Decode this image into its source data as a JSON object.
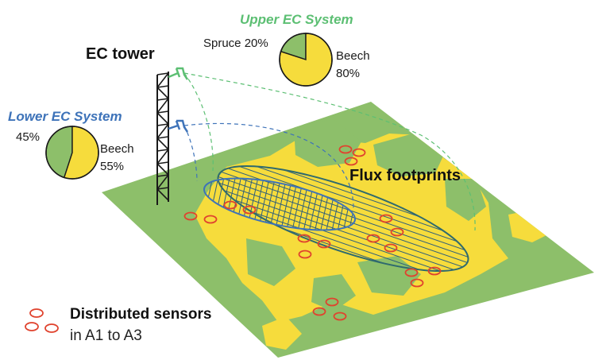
{
  "colors": {
    "green": "#8dbf6a",
    "yellow": "#f6dc3c",
    "upper_system": "#5cbf73",
    "lower_system": "#3e73b9",
    "sensor": "#e0432e",
    "tower": "#1a1a1a"
  },
  "labels": {
    "ec_tower": "EC tower",
    "upper_system": "Upper EC System",
    "lower_system": "Lower EC System",
    "flux_footprints": "Flux footprints",
    "distributed_sensors": "Distributed sensors",
    "sensors_areas": "in A1 to A3"
  },
  "pies": {
    "upper": {
      "slices": [
        {
          "label": "Spruce 20%",
          "value": 20,
          "color": "#8dbf6a"
        },
        {
          "label": "Beech",
          "label2": "80%",
          "value": 80,
          "color": "#f6dc3c"
        }
      ]
    },
    "lower": {
      "slices": [
        {
          "label": "45%",
          "value": 45,
          "color": "#8dbf6a"
        },
        {
          "label": "Beech",
          "label2": "55%",
          "value": 55,
          "color": "#f6dc3c"
        }
      ]
    }
  }
}
